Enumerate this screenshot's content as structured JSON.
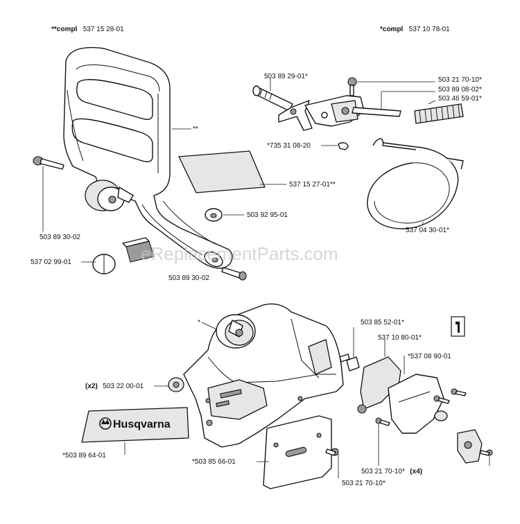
{
  "headers": {
    "left_prefix": "**compl",
    "left_number": "537 15 28-01",
    "right_prefix": "*compl",
    "right_number": "537 10 78-01"
  },
  "callouts": {
    "double_star": "**",
    "single_star": "*",
    "p503893002_a": "503 89 30-02",
    "p537029901": "537 02 99-01",
    "p503893002_b": "503 89 30-02",
    "p503929501": "503 92 95-01",
    "p537152701": "537 15 27-01**",
    "p503892901": "503 89 29-01*",
    "p503217010_top": "503 21 70-10*",
    "p503890802": "503 89 08-02*",
    "p503465901": "503 46 59-01*",
    "p735310820": "*735 31 08-20",
    "p537043001": "537 04 30-01*",
    "p503855201": "503 85 52-01*",
    "p537108001": "537 10 80-01*",
    "p537089001": "*537 08 90-01",
    "x2_prefix": "(x2)",
    "p503220001": "503 22 00-01",
    "p503896401": "*503 89 64-01",
    "p503856601": "*503 85 66-01",
    "p503217010_bottom": "503 21 70-10*",
    "p503217010_x4": "503 21 70-10*",
    "x4_suffix": "(x4)"
  },
  "brand": "Husqvarna",
  "watermark": "eReplacementParts.com",
  "icons": [
    "chain-tensioner-tool-icon",
    "husqvarna-crown-logo-icon"
  ]
}
